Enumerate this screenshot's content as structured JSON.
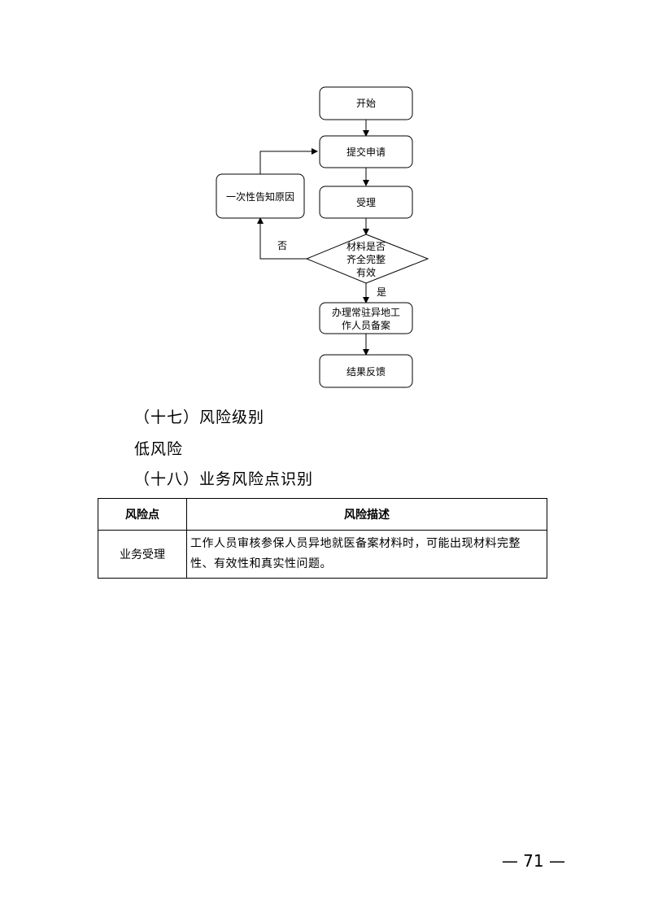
{
  "flowchart": {
    "start": "开始",
    "submit": [
      "提交申请"
    ],
    "accept": [
      "受理"
    ],
    "decision": [
      "材料是否",
      "齐全完整",
      "有效"
    ],
    "notify": [
      "一次性告知原因"
    ],
    "process": [
      "办理常驻异地工",
      "作人员备案"
    ],
    "feedback": [
      "结果反馈"
    ],
    "yes_label": "是",
    "no_label": "否"
  },
  "section_17": {
    "heading": "（十七）风险级别",
    "value": "低风险"
  },
  "section_18": {
    "heading": "（十八）业务风险点识别"
  },
  "risk_table": {
    "headers": [
      "风险点",
      "风险描述"
    ],
    "rows": [
      {
        "point": "业务受理",
        "description": "工作人员审核参保人员异地就医备案材料时，可能出现材料完整性、有效性和真实性问题。"
      }
    ]
  },
  "page_number": "— 71 —"
}
